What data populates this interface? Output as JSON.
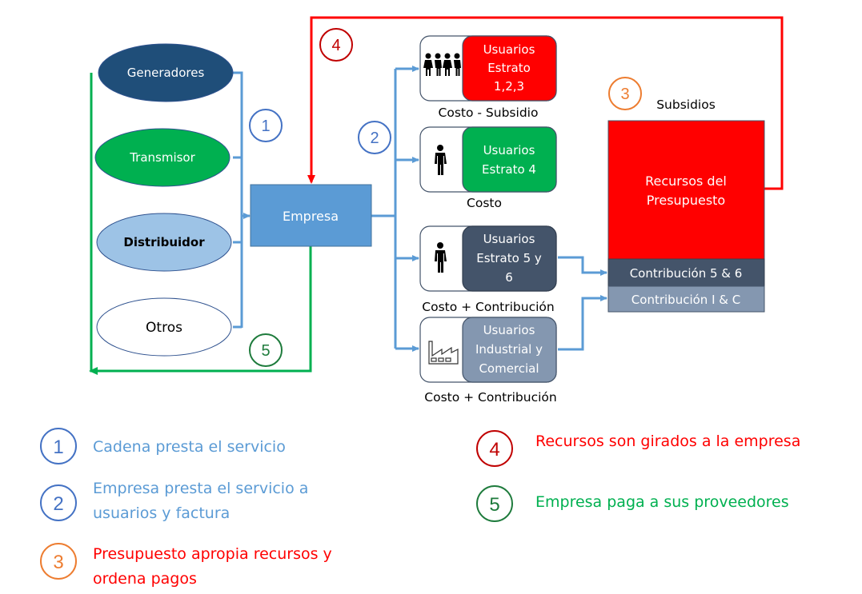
{
  "colors": {
    "flow_blue": "#5b9bd5",
    "badge_blue": "#4472c4",
    "red": "#ff0000",
    "dark_red": "#c00000",
    "green": "#00b050",
    "dark_green": "#1e7b3c",
    "orange": "#ed7d31",
    "navy": "#1f4e79",
    "slate": "#44546a",
    "slate_light": "#8497b0",
    "light_blue": "#9dc3e6",
    "empresa_blue": "#5b9bd5"
  },
  "suppliers": [
    {
      "id": "generadores",
      "label": "Generadores"
    },
    {
      "id": "transmisor",
      "label": "Transmisor"
    },
    {
      "id": "distribuidor",
      "label": "Distribuidor"
    },
    {
      "id": "otros",
      "label": "Otros"
    }
  ],
  "empresa": {
    "label": "Empresa"
  },
  "users": [
    {
      "id": "estrato-123",
      "icon": "people-group-icon",
      "lines": [
        "Usuarios",
        "Estrato",
        "1,2,3"
      ],
      "caption": "Costo - Subsidio"
    },
    {
      "id": "estrato-4",
      "icon": "person-icon",
      "lines": [
        "Usuarios",
        "Estrato 4"
      ],
      "caption": "Costo"
    },
    {
      "id": "estrato-56",
      "icon": "person-icon",
      "lines": [
        "Usuarios",
        "Estrato 5 y",
        "6"
      ],
      "caption": "Costo + Contribución"
    },
    {
      "id": "industrial-comercial",
      "icon": "factory-icon",
      "lines": [
        "Usuarios",
        "Industrial y",
        "Comercial"
      ],
      "caption": "Costo + Contribución"
    }
  ],
  "budget": {
    "title": "Subsidios",
    "main_lines": [
      "Recursos del",
      "Presupuesto"
    ],
    "contrib_56": "Contribución 5 & 6",
    "contrib_ic": "Contribución I & C"
  },
  "badges": {
    "b1": "1",
    "b2": "2",
    "b3": "3",
    "b4": "4",
    "b5": "5"
  },
  "legend": [
    {
      "num": "1",
      "lines": [
        "Cadena presta el servicio"
      ]
    },
    {
      "num": "2",
      "lines": [
        "Empresa presta el servicio a",
        "usuarios y factura"
      ]
    },
    {
      "num": "3",
      "lines": [
        "Presupuesto apropia recursos y",
        "ordena pagos"
      ]
    },
    {
      "num": "4",
      "lines": [
        "Recursos son girados a la empresa"
      ]
    },
    {
      "num": "5",
      "lines": [
        "Empresa paga a sus proveedores"
      ]
    }
  ]
}
